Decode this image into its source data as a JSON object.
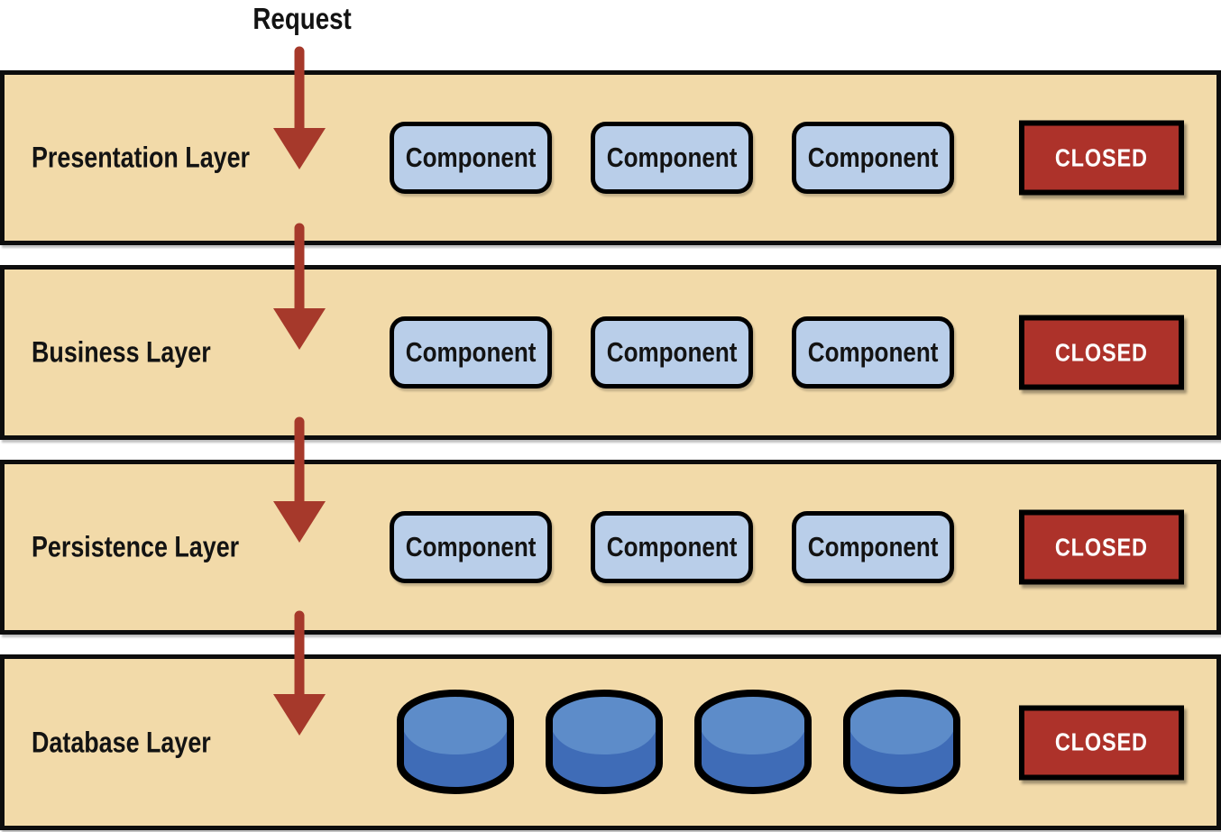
{
  "request_label": "Request",
  "layers": [
    {
      "name": "Presentation Layer",
      "type": "components",
      "components": [
        "Component",
        "Component",
        "Component"
      ],
      "closed_label": "CLOSED"
    },
    {
      "name": "Business Layer",
      "type": "components",
      "components": [
        "Component",
        "Component",
        "Component"
      ],
      "closed_label": "CLOSED"
    },
    {
      "name": "Persistence Layer",
      "type": "components",
      "components": [
        "Component",
        "Component",
        "Component"
      ],
      "closed_label": "CLOSED"
    },
    {
      "name": "Database Layer",
      "type": "databases",
      "database_count": 4,
      "closed_label": "CLOSED"
    }
  ],
  "colors": {
    "layer_fill": "#f2daa9",
    "component_fill": "#b9cee9",
    "arrow_red": "#a6392b",
    "badge_red": "#ad322a",
    "badge_text": "#ffffff",
    "cylinder_top": "#5d8cc9",
    "cylinder_body": "#3f6cb7"
  }
}
